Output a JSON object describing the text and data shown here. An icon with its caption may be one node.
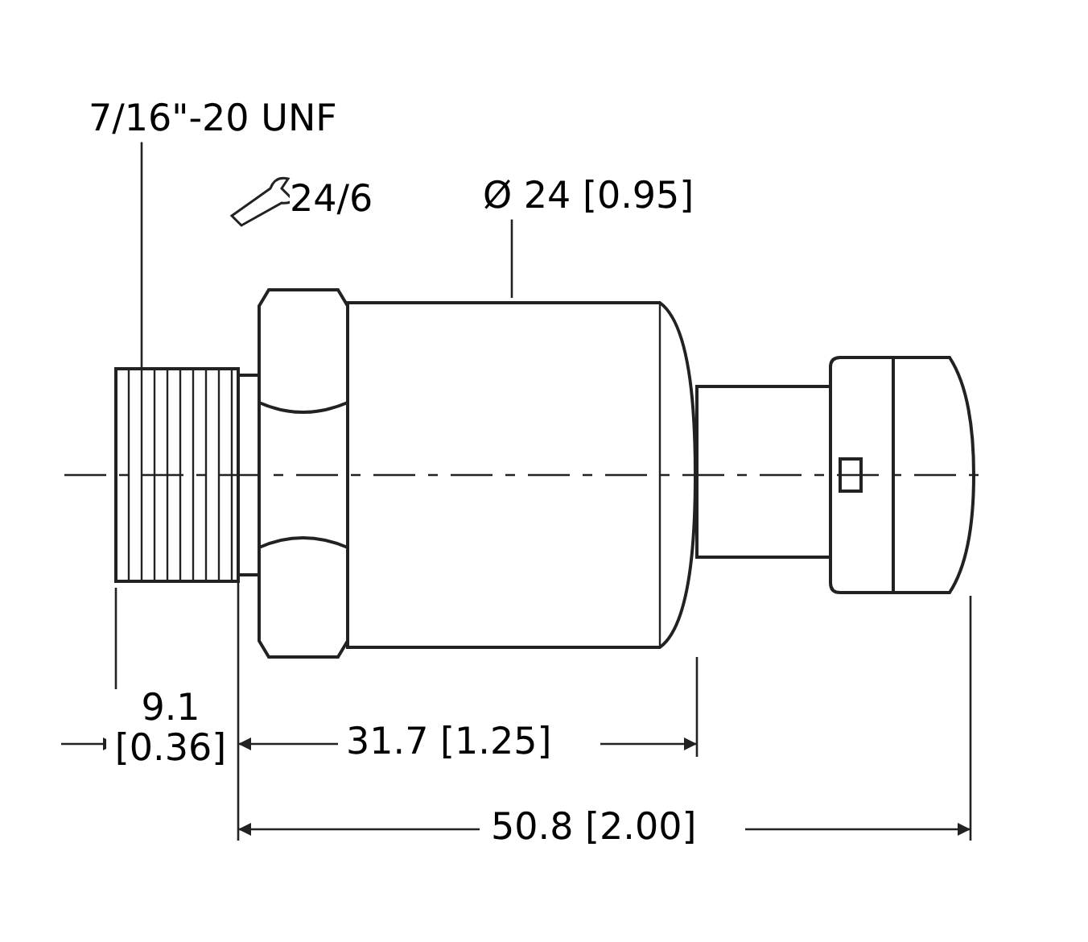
{
  "diagram": {
    "nodes": [
      {
        "text": [
          "7/16\"-20 UNF"
        ]
      },
      {
        "text": [
          "Ø 24 [0.95]"
        ]
      },
      {
        "text": [],
        "shape": "picture"
      },
      {
        "text": [],
        "shape": "picture"
      }
    ],
    "edges": [
      {
        "from": 0,
        "to": 2,
        "arrow": "none"
      },
      {
        "from": 1,
        "to": 3,
        "arrow": "none"
      }
    ],
    "labels": [
      "24/6",
      "9.1 [0.36]",
      "31.7 [1.25]",
      "50.8 [2.00]"
    ]
  }
}
